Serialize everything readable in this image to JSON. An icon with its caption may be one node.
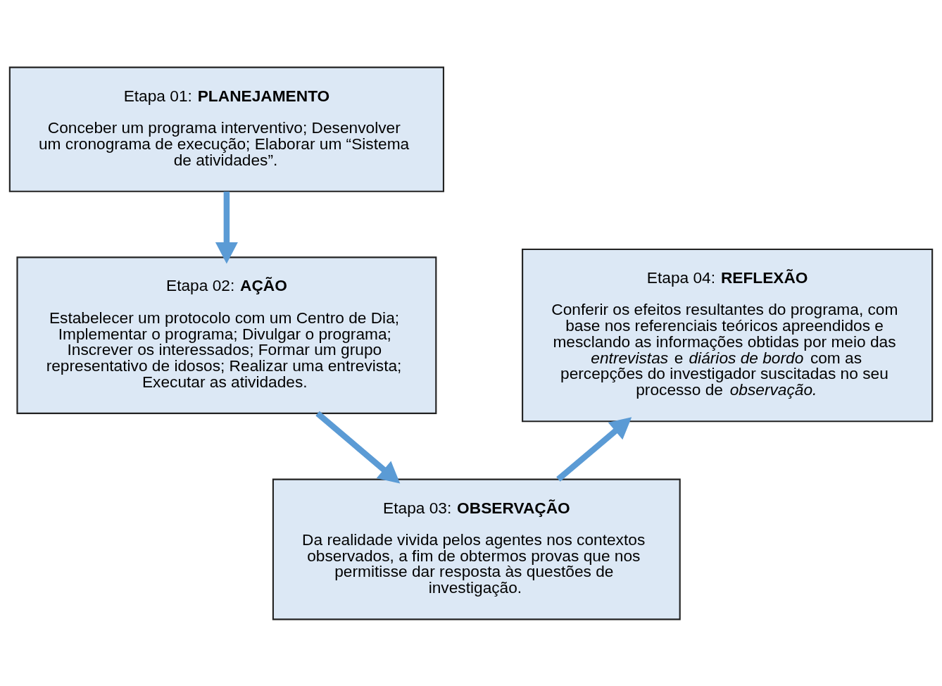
{
  "diagram": {
    "nodes": [
      {
        "text": [
          "Etapa 01: **PLANEJAMENTO**",
          "Conceber um programa interventivo; Desenvolver um cronograma de execução; Elaborar um “Sistema de atividades”."
        ]
      },
      {
        "text": [
          "Etapa 02: **AÇÃO**",
          "Estabelecer um protocolo com um Centro de Dia; Implementar o programa; Divulgar o programa; Inscrever os interessados; Formar um grupo representativo de idosos; Realizar uma entrevista; Executar as atividades."
        ]
      },
      {
        "text": [
          "Etapa 03: **OBSERVAÇÃO**",
          "Da realidade vivida pelos agentes nos contextos observados, a fim de obtermos provas que nos permitisse dar resposta às questões de investigação."
        ]
      },
      {
        "text": [
          "Etapa 04: **REFLEXÃO**",
          "Conferir os efeitos resultantes do programa, com base nos referenciais teóricos apreendidos e mesclando as informações obtidas por meio das *entrevistas* e *diários de bordo* com as percepções do investigador suscitadas no seu processo de *observação.*"
        ]
      }
    ],
    "edges": [
      {
        "from": 0,
        "to": 1,
        "arrow": "to"
      },
      {
        "from": 1,
        "to": 2,
        "arrow": "to"
      },
      {
        "from": 2,
        "to": 3,
        "arrow": "to"
      }
    ]
  }
}
